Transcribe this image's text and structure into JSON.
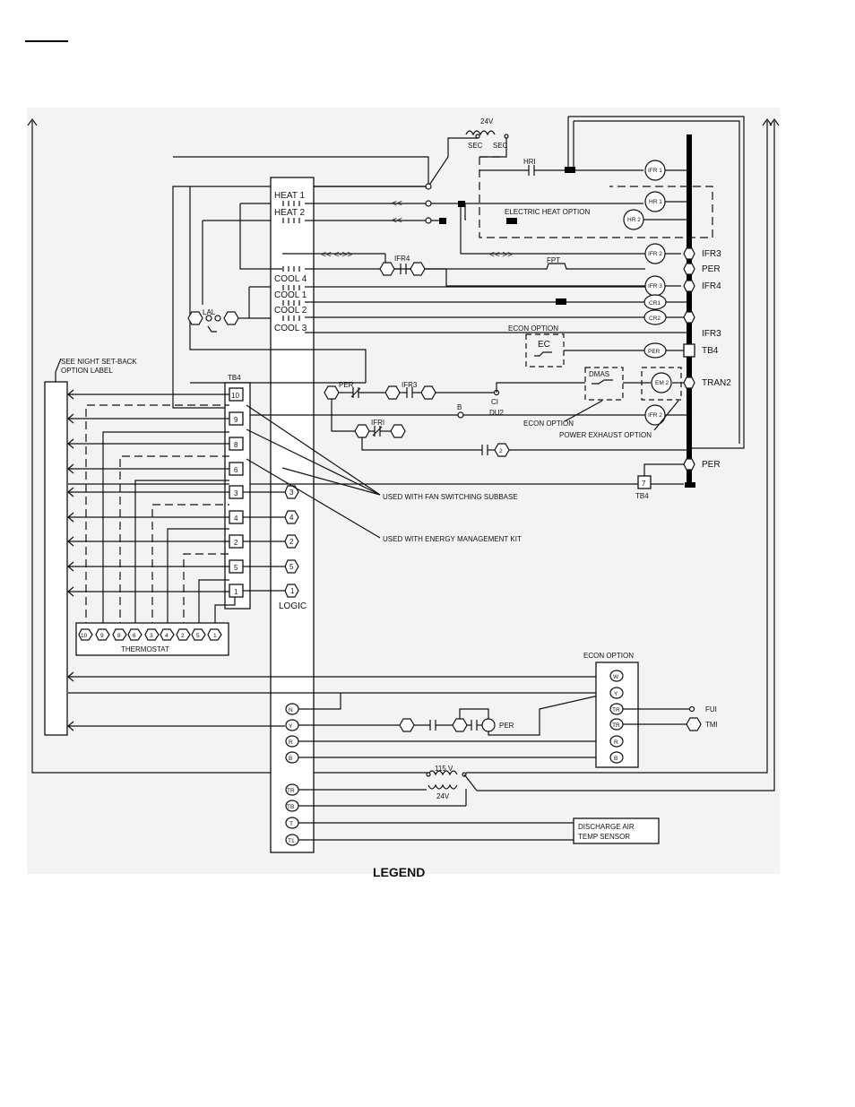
{
  "legend_title": "LEGEND",
  "transformer_top": {
    "voltage": "24V",
    "sec_left": "SEC",
    "sec_right": "SEC"
  },
  "transformer_115": {
    "primary": "115 V",
    "secondary": "24V"
  },
  "board": {
    "contacts": [
      "HEAT 1",
      "HEAT 2",
      "COOL 4",
      "COOL 1",
      "COOL 2",
      "COOL 3"
    ],
    "logic_label": "LOGIC"
  },
  "relays_right": [
    "IFR 1",
    "HR 1",
    "HR 2",
    "IFR 2",
    "IFR 3",
    "CR1",
    "CR2",
    "PER",
    "EM 2",
    "IFR 2"
  ],
  "right_labels": [
    "IFR3",
    "PER",
    "IFR4",
    "IFR3",
    "TB4",
    "TRAN2",
    "PER"
  ],
  "component_labels": {
    "hri": "HRI",
    "electric_heat_option": "ELECTRIC HEAT OPTION",
    "ifr4": "IFR4",
    "fpt": "FPT",
    "lal": "LAL",
    "econ_option_top": "ECON OPTION",
    "ec": "EC",
    "per": "PER",
    "ifr3": "IFR3",
    "dmas": "DMAS",
    "b": "B",
    "c1": "CI",
    "du2": "DU2",
    "econ_option_mid": "ECON OPTION",
    "power_exhaust_option": "POWER EXHAUST OPTION",
    "ifr1": "IFRI",
    "seven": "7",
    "tb4_bottom": "TB4",
    "two": "2"
  },
  "night_setback_label": [
    "SEE NIGHT SET-BACK",
    "OPTION LABEL"
  ],
  "tb4": {
    "title": "TB4",
    "terminals": [
      "10",
      "9",
      "8",
      "6",
      "3",
      "4",
      "2",
      "5",
      "1"
    ]
  },
  "logic_terminals": [
    "3",
    "4",
    "2",
    "5",
    "1"
  ],
  "thermostat": {
    "title": "THERMOSTAT",
    "terminals": [
      "10",
      "9",
      "8",
      "6",
      "3",
      "4",
      "2",
      "5",
      "1"
    ]
  },
  "notes": [
    "USED WITH FAN SWITCHING SUBBASE",
    "USED WITH ENERGY MANAGEMENT KIT"
  ],
  "econ_bottom": {
    "title": "ECON OPTION",
    "terminals": [
      "W",
      "Y",
      "TR",
      "TR",
      "R",
      "B"
    ]
  },
  "board_bottom_terminals": [
    "N",
    "Y",
    "R",
    "B",
    "TR",
    "TB",
    "T",
    "T1"
  ],
  "per_bottom": "PER",
  "fu1": "FUI",
  "tm1": "TMI",
  "discharge_sensor": [
    "DISCHARGE AIR",
    "TEMP SENSOR"
  ]
}
